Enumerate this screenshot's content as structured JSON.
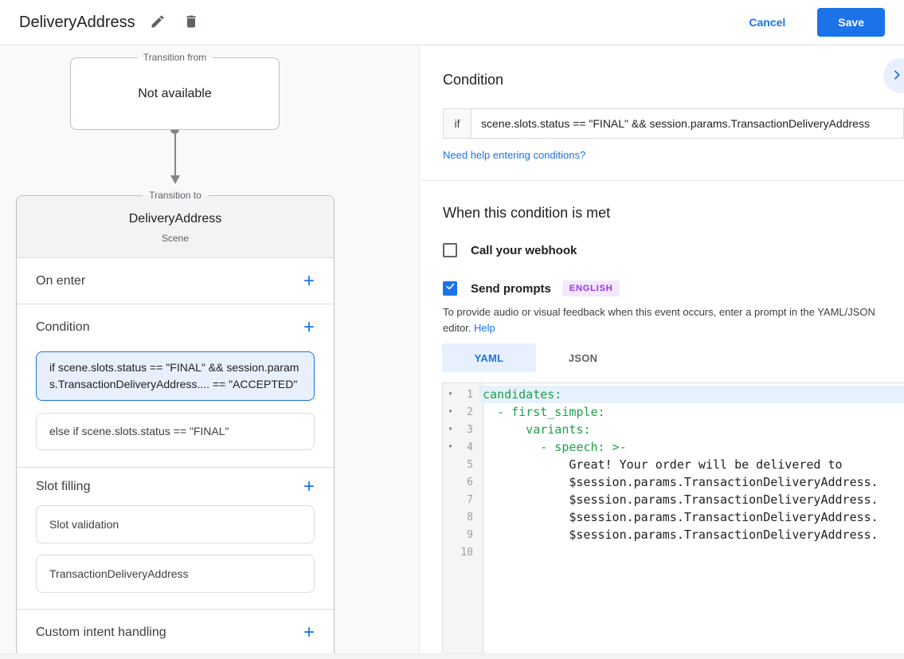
{
  "header": {
    "title": "DeliveryAddress",
    "cancel_label": "Cancel",
    "save_label": "Save"
  },
  "icons": {
    "plus": "+",
    "fold": "▾"
  },
  "diagram": {
    "transition_from": {
      "label": "Transition from",
      "value": "Not available"
    },
    "transition_to": {
      "label": "Transition to",
      "title": "DeliveryAddress",
      "subtitle": "Scene"
    },
    "on_enter_label": "On enter",
    "condition_label": "Condition",
    "condition_cards": [
      {
        "text": "if scene.slots.status == \"FINAL\" && session.params.TransactionDeliveryAddress.... == \"ACCEPTED\"",
        "selected": true
      },
      {
        "text": "else if scene.slots.status == \"FINAL\"",
        "selected": false
      }
    ],
    "slot_filling_label": "Slot filling",
    "slot_cards": [
      {
        "text": "Slot validation"
      },
      {
        "text": "TransactionDeliveryAddress"
      }
    ],
    "custom_intent_label": "Custom intent handling"
  },
  "condition_panel": {
    "heading": "Condition",
    "if_label": "if",
    "if_value": "scene.slots.status == \"FINAL\" && session.params.TransactionDeliveryAddress",
    "help_link": "Need help entering conditions?"
  },
  "when_met": {
    "heading": "When this condition is met",
    "webhook_label": "Call your webhook",
    "prompts_label": "Send prompts",
    "language_badge": "ENGLISH",
    "description": "To provide audio or visual feedback when this event occurs, enter a prompt in the YAML/JSON editor. ",
    "help_label": "Help"
  },
  "editor": {
    "tabs": [
      {
        "label": "YAML"
      },
      {
        "label": "JSON"
      }
    ],
    "lines": [
      {
        "num": "1",
        "text": "candidates:"
      },
      {
        "num": "2",
        "text": "  - first_simple:"
      },
      {
        "num": "3",
        "text": "      variants:"
      },
      {
        "num": "4",
        "text": "        - speech: >-"
      },
      {
        "num": "5",
        "text": "            Great! Your order will be delivered to"
      },
      {
        "num": "6",
        "text": "            $session.params.TransactionDeliveryAddress."
      },
      {
        "num": "7",
        "text": "            $session.params.TransactionDeliveryAddress."
      },
      {
        "num": "8",
        "text": "            $session.params.TransactionDeliveryAddress."
      },
      {
        "num": "9",
        "text": "            $session.params.TransactionDeliveryAddress."
      },
      {
        "num": "10",
        "text": ""
      }
    ]
  },
  "colors": {
    "accent_blue": "#1a73e8",
    "selected_condition_bg": "#e8f0fe",
    "badge_bg": "#f3e8fd",
    "badge_text": "#9334e6",
    "code_key_green": "#1da148",
    "left_pane_bg": "#f8f9fa"
  }
}
